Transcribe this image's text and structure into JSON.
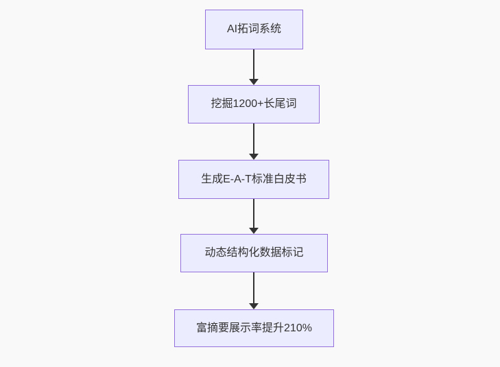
{
  "page": {
    "background": "#f9f9f9"
  },
  "diagram": {
    "type": "flowchart",
    "direction": "top-to-bottom",
    "style": {
      "node_fill": "#ececff",
      "node_border": "#9370db",
      "text_color": "#333333",
      "arrow_color": "#333333"
    },
    "nodes": [
      {
        "label": "AI拓词系统"
      },
      {
        "label": "挖掘1200+长尾词"
      },
      {
        "label": "生成E-A-T标准白皮书"
      },
      {
        "label": "动态结构化数据标记"
      },
      {
        "label": "富摘要展示率提升210%"
      }
    ],
    "edges": [
      {
        "from": 0,
        "to": 1
      },
      {
        "from": 1,
        "to": 2
      },
      {
        "from": 2,
        "to": 3
      },
      {
        "from": 3,
        "to": 4
      }
    ]
  }
}
